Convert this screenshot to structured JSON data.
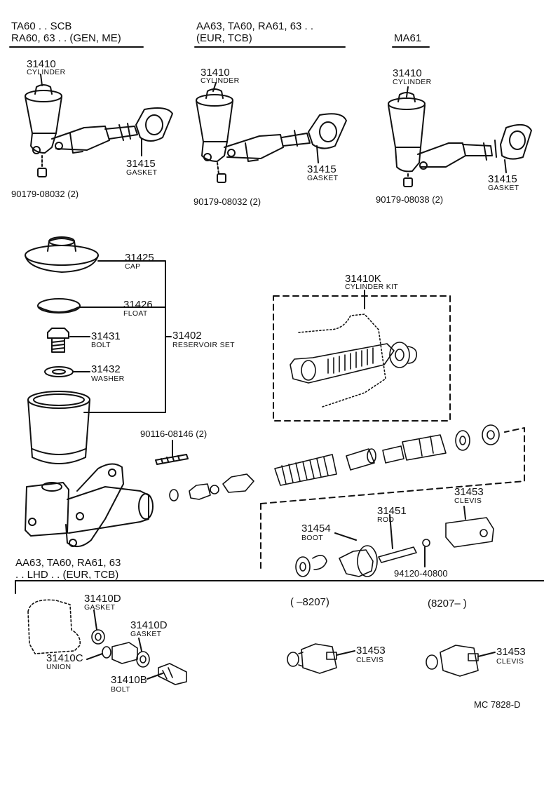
{
  "headers": {
    "left_line1": "TA60 . . SCB",
    "left_line2": "RA60, 63 . . (GEN, ME)",
    "mid_line1": "AA63, TA60, RA61, 63 . .",
    "mid_line2": "(EUR, TCB)",
    "right_line1": "MA61"
  },
  "top_left": {
    "cyl_num": "31410",
    "cyl_name": "CYLINDER",
    "gasket_num": "31415",
    "gasket_name": "GASKET",
    "nut": "90179-08032 (2)"
  },
  "top_mid": {
    "cyl_num": "31410",
    "cyl_name": "CYLINDER",
    "gasket_num": "31415",
    "gasket_name": "GASKET",
    "nut": "90179-08032 (2)"
  },
  "top_right": {
    "cyl_num": "31410",
    "cyl_name": "CYLINDER",
    "gasket_num": "31415",
    "gasket_name": "GASKET",
    "nut": "90179-08038 (2)"
  },
  "reservoir": {
    "cap_num": "31425",
    "cap_name": "CAP",
    "float_num": "31426",
    "float_name": "FLOAT",
    "bolt_num": "31431",
    "bolt_name": "BOLT",
    "washer_num": "31432",
    "washer_name": "WASHER",
    "set_num": "31402",
    "set_name": "RESERVOIR SET"
  },
  "kit": {
    "num": "31410K",
    "name": "CYLINDER KIT"
  },
  "stud": "90116-08146 (2)",
  "push": {
    "clevis_num": "31453",
    "clevis_name": "CLEVIS",
    "rod_num": "31451",
    "rod_name": "ROD",
    "boot_num": "31454",
    "boot_name": "BOOT",
    "nut": "94120-40800"
  },
  "lhd": {
    "line1": "AA63, TA60, RA61, 63",
    "line2": ". . LHD . . (EUR, TCB)",
    "gasket1_num": "31410D",
    "gasket1_name": "GASKET",
    "gasket2_num": "31410D",
    "gasket2_name": "GASKET",
    "union_num": "31410C",
    "union_name": "UNION",
    "bolt_num": "31410B",
    "bolt_name": "BOLT"
  },
  "clevis_variants": {
    "left_range": "(           –8207)",
    "left_num": "31453",
    "left_name": "CLEVIS",
    "right_range": "(8207–           )",
    "right_num": "31453",
    "right_name": "CLEVIS"
  },
  "footer_code": "MC  7828-D"
}
